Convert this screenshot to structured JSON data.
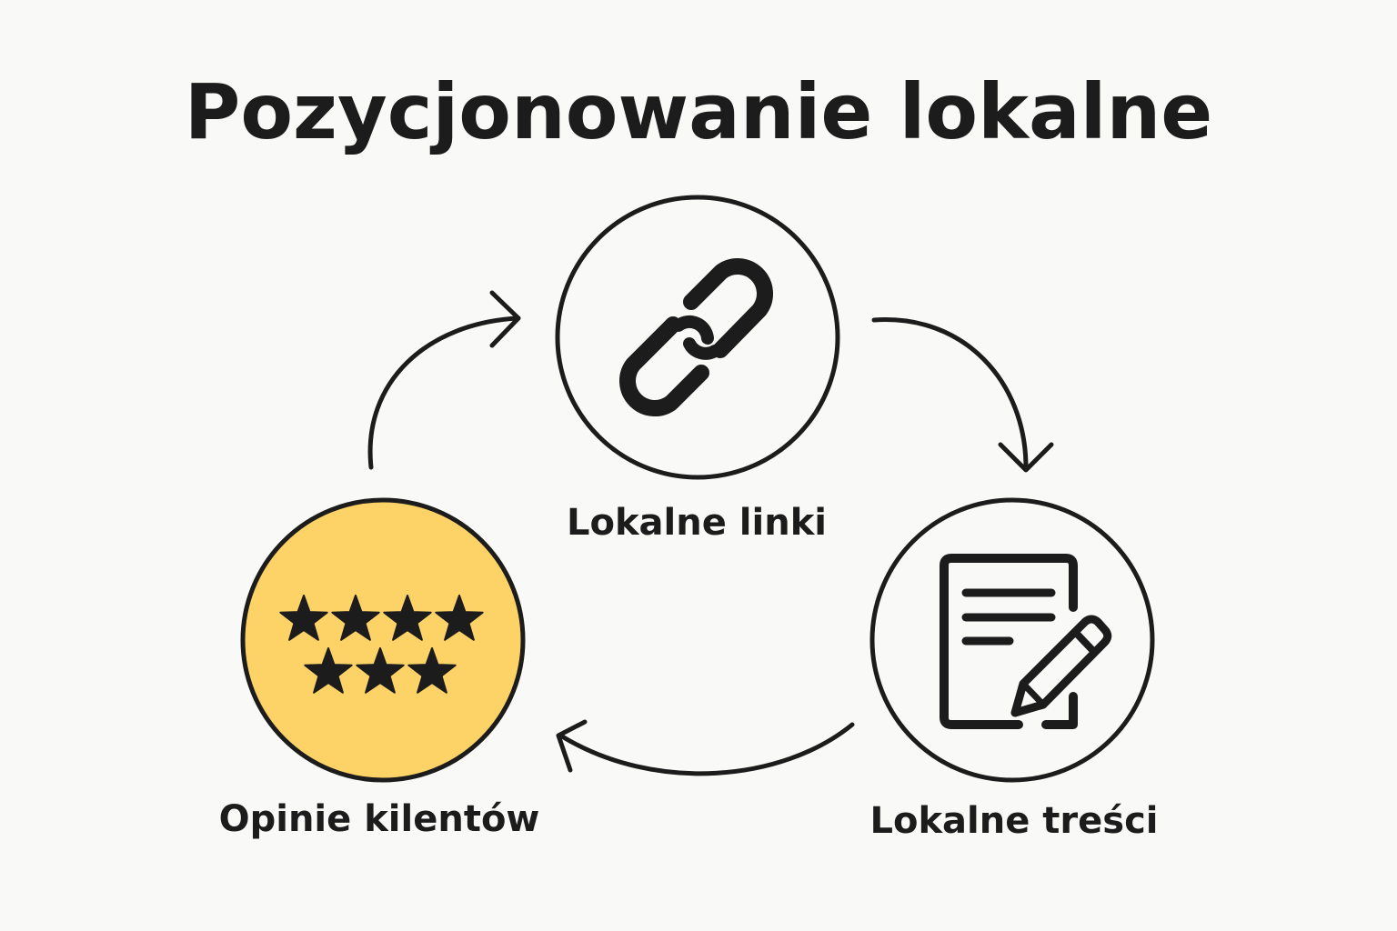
{
  "title": "Pozycjonowanie lokalne",
  "nodes": {
    "links": {
      "label": "Lokalne linki",
      "icon": "link-icon"
    },
    "content": {
      "label": "Lokalne treści",
      "icon": "document-edit-icon"
    },
    "reviews": {
      "label": "Opinie kilentów",
      "icon": "stars-icon",
      "stars": 7
    }
  },
  "colors": {
    "ink": "#1c1c1c",
    "background": "#f9f9f8",
    "accent": "#fdd266"
  }
}
